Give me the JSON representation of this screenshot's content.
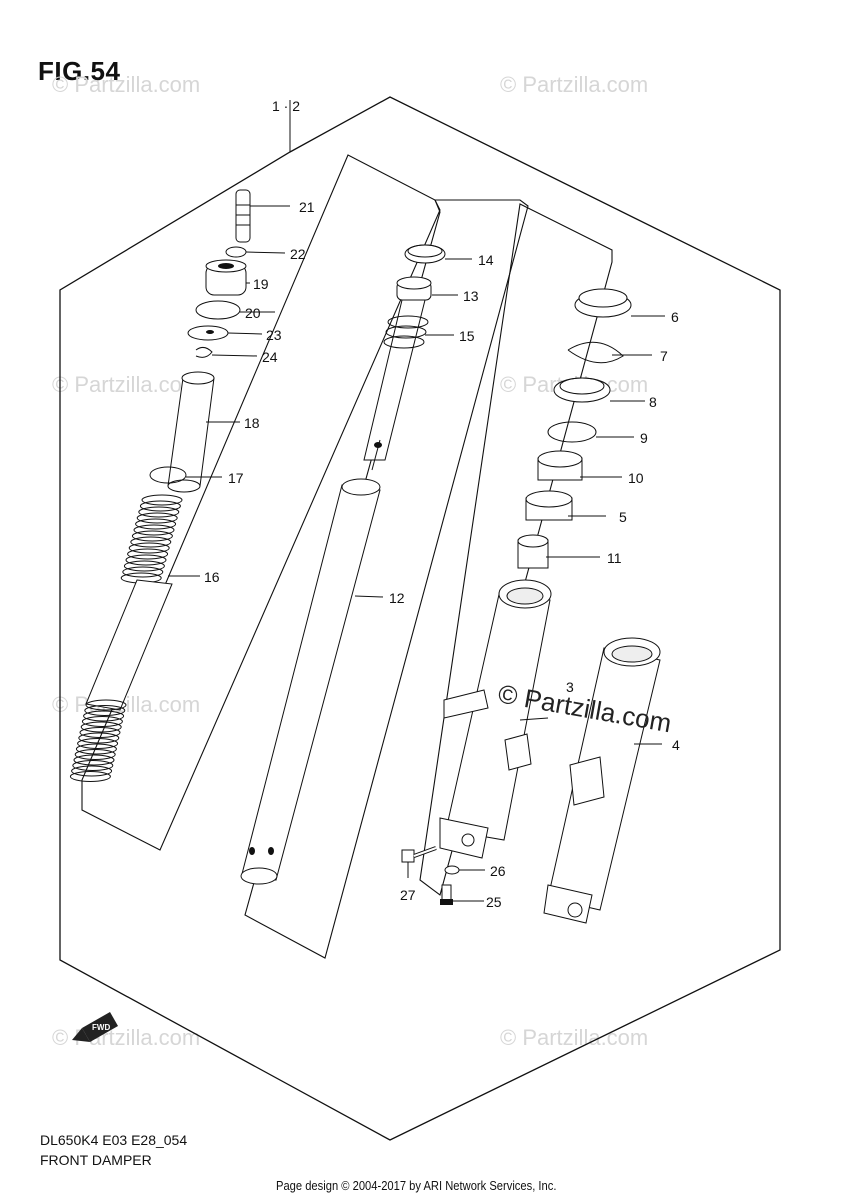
{
  "figure": {
    "title": "FIG.54"
  },
  "model_code": "DL650K4 E03 E28_054",
  "diagram_name": "FRONT DAMPER",
  "copyright": "Page design © 2004-2017 by ARI Network Services, Inc.",
  "brand_mark": "© Partzilla.com",
  "watermark": "© Partzilla.com",
  "fwd_badge": "FWD",
  "callouts": {
    "c1_2": "1 · 2",
    "c3": "3",
    "c4": "4",
    "c5": "5",
    "c6": "6",
    "c7": "7",
    "c8": "8",
    "c9": "9",
    "c10": "10",
    "c11": "11",
    "c12": "12",
    "c13": "13",
    "c14": "14",
    "c15": "15",
    "c16": "16",
    "c17": "17",
    "c18": "18",
    "c19": "19",
    "c20": "20",
    "c21": "21",
    "c22": "22",
    "c23": "23",
    "c24": "24",
    "c25": "25",
    "c26": "26",
    "c27": "27"
  }
}
